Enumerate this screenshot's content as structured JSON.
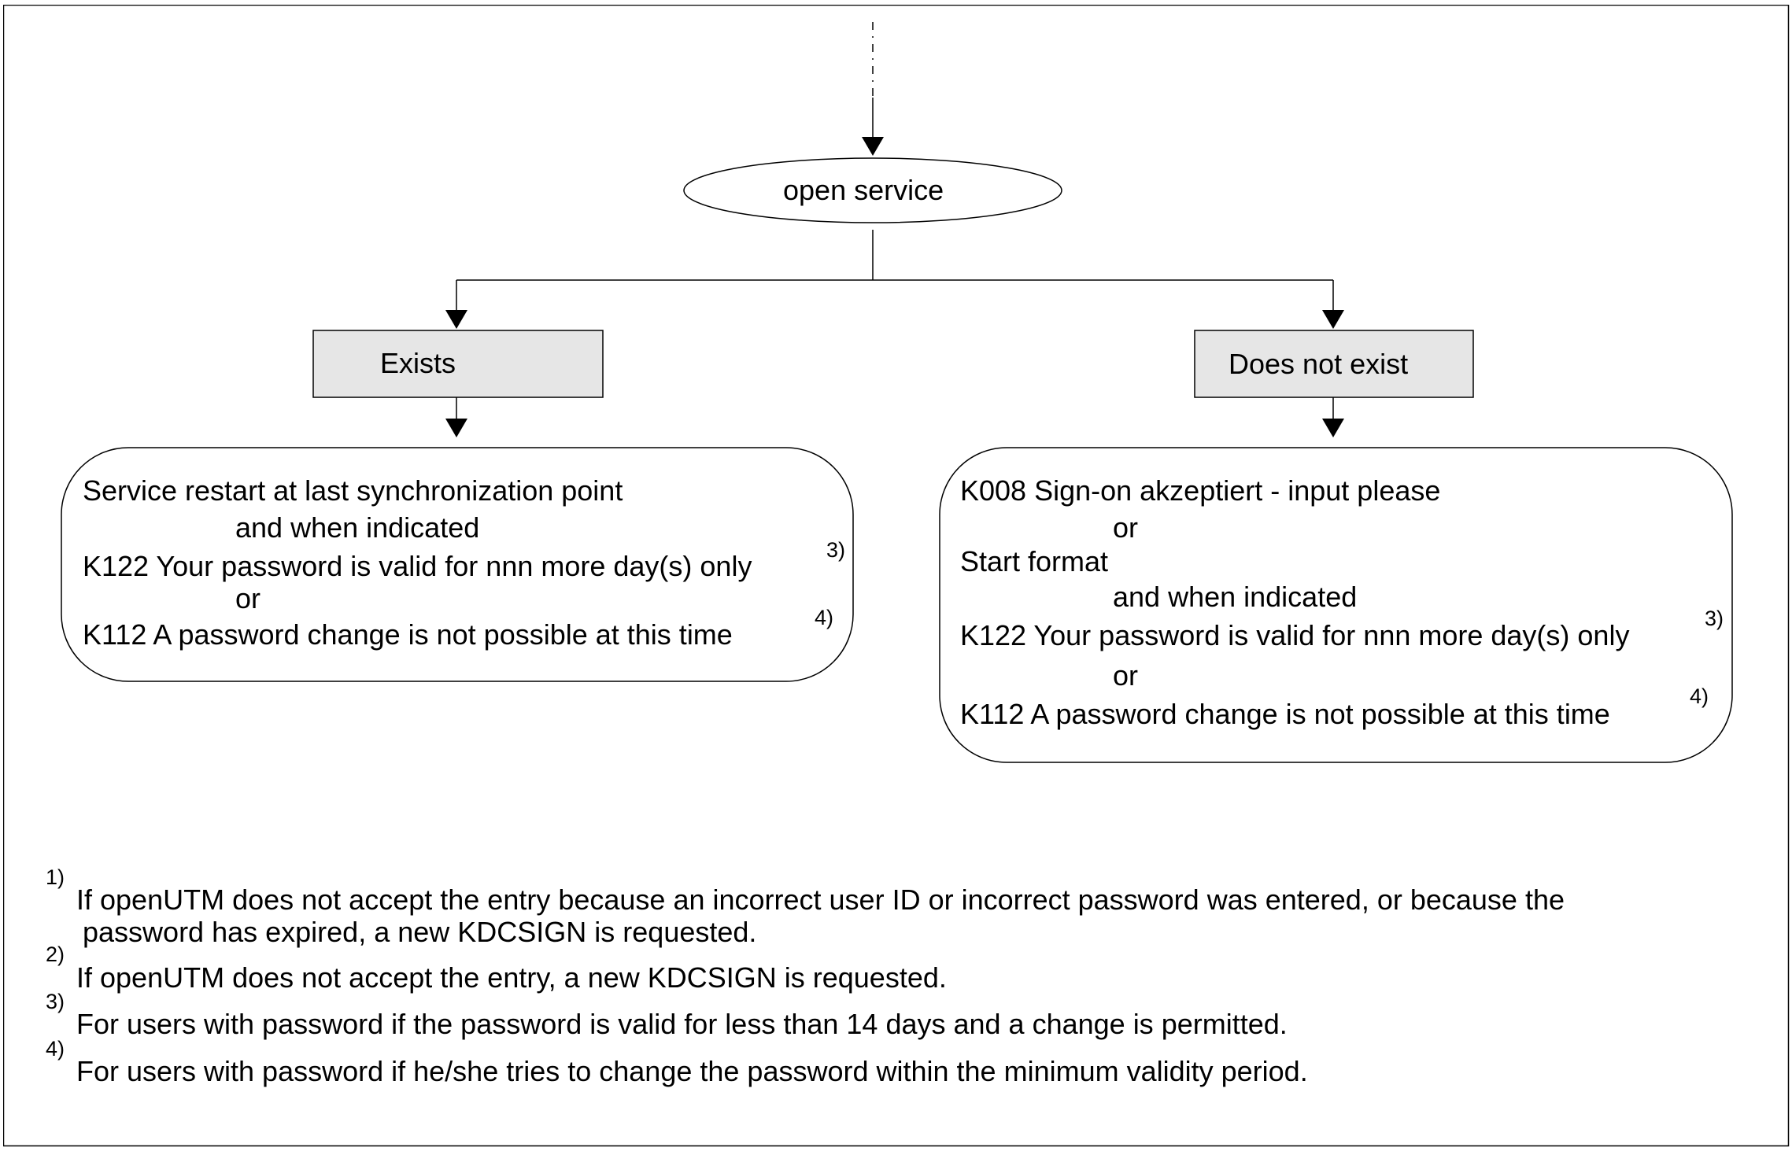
{
  "diagram": {
    "start_node": "open service",
    "branch_exists": {
      "label": "Exists",
      "result_lines": [
        {
          "text": "Service restart at last synchronization point",
          "note": ""
        },
        {
          "text": "and when indicated",
          "note": ""
        },
        {
          "text": "K122 Your password is valid for nnn more day(s) only",
          "note": "3)"
        },
        {
          "text": "or",
          "note": ""
        },
        {
          "text": "K112 A password change is not possible at this time",
          "note": "4)"
        }
      ]
    },
    "branch_not_exists": {
      "label": "Does not exist",
      "result_lines": [
        {
          "text": "K008 Sign-on akzeptiert - input please",
          "note": ""
        },
        {
          "text": "or",
          "note": ""
        },
        {
          "text": "Start format",
          "note": ""
        },
        {
          "text": "and when indicated",
          "note": ""
        },
        {
          "text": "K122 Your password is valid for nnn more day(s) only",
          "note": "3)"
        },
        {
          "text": "or",
          "note": ""
        },
        {
          "text": "K112 A password change is not possible at this time",
          "note": "4)"
        }
      ]
    }
  },
  "footnotes": [
    {
      "mark": "1)",
      "lines": [
        "If openUTM does not accept the entry because an incorrect user ID or incorrect password was entered, or because the",
        "password has expired, a new KDCSIGN is requested."
      ]
    },
    {
      "mark": "2)",
      "lines": [
        "If openUTM does not accept the entry, a new KDCSIGN is requested."
      ]
    },
    {
      "mark": "3)",
      "lines": [
        "For users with password if the password is valid for less than 14 days and a change is permitted."
      ]
    },
    {
      "mark": "4)",
      "lines": [
        "For users with password if he/she tries to change the password within the minimum validity period."
      ]
    }
  ]
}
